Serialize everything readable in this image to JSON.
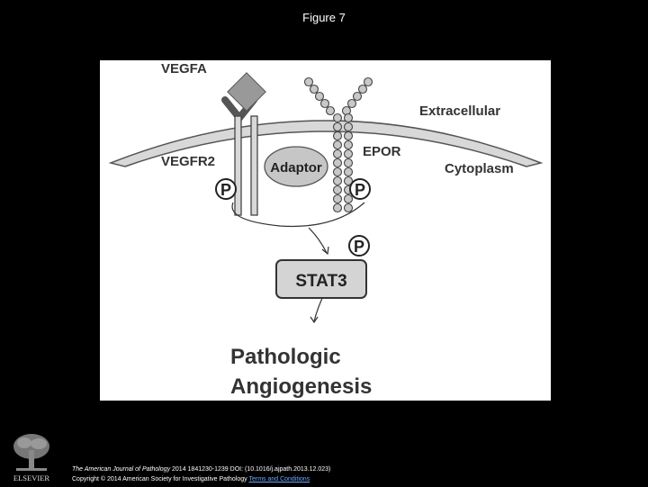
{
  "slide": {
    "title": "Figure 7"
  },
  "diagram": {
    "ligand": "VEGFA",
    "region_extracellular": "Extracellular",
    "region_cytoplasm": "Cytoplasm",
    "receptor_vegfr2": "VEGFR2",
    "receptor_epor": "EPOR",
    "adaptor": "Adaptor",
    "phospho": "P",
    "stat3": "STAT3",
    "outcome_line1": "Pathologic",
    "outcome_line2": "Angiogenesis"
  },
  "footer": {
    "logo_text": "ELSEVIER",
    "journal": "The American Journal of Pathology",
    "citation_rest": " 2014 1841230-1239 DOI: (10.1016/j.ajpath.2013.12.023)",
    "copyright": "Copyright © 2014 American Society for Investigative Pathology ",
    "terms_link": "Terms and Conditions"
  }
}
